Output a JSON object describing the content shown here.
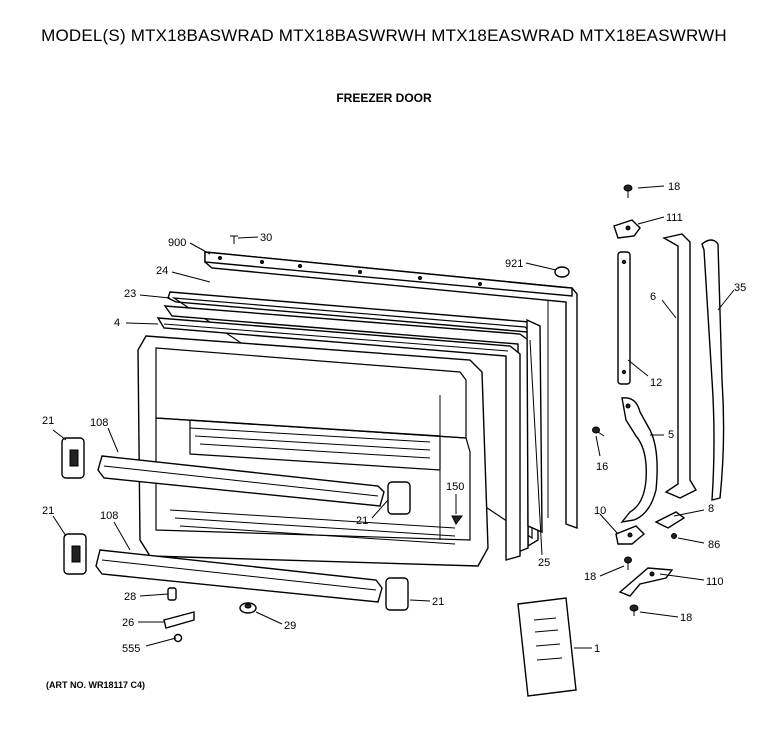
{
  "header": {
    "models": "MODEL(S) MTX18BASWRAD  MTX18BASWRWH  MTX18EASWRAD  MTX18EASWRWH",
    "section": "FREEZER DOOR"
  },
  "footer": {
    "art_no": "(ART NO. WR18117 C4)"
  },
  "callouts": [
    {
      "id": "c18a",
      "text": "18"
    },
    {
      "id": "c111",
      "text": "111"
    },
    {
      "id": "c30",
      "text": "30"
    },
    {
      "id": "c900",
      "text": "900"
    },
    {
      "id": "c921",
      "text": "921"
    },
    {
      "id": "c35",
      "text": "35"
    },
    {
      "id": "c24",
      "text": "24"
    },
    {
      "id": "c23",
      "text": "23"
    },
    {
      "id": "c6",
      "text": "6"
    },
    {
      "id": "c4",
      "text": "4"
    },
    {
      "id": "c12",
      "text": "12"
    },
    {
      "id": "c21a",
      "text": "21"
    },
    {
      "id": "c108a",
      "text": "108"
    },
    {
      "id": "c5",
      "text": "5"
    },
    {
      "id": "c16",
      "text": "16"
    },
    {
      "id": "c150",
      "text": "150"
    },
    {
      "id": "c21b",
      "text": "21"
    },
    {
      "id": "c21c",
      "text": "21"
    },
    {
      "id": "c10",
      "text": "10"
    },
    {
      "id": "c8",
      "text": "8"
    },
    {
      "id": "c108b",
      "text": "108"
    },
    {
      "id": "c86",
      "text": "86"
    },
    {
      "id": "c25",
      "text": "25"
    },
    {
      "id": "c18b",
      "text": "18"
    },
    {
      "id": "c110",
      "text": "110"
    },
    {
      "id": "c28",
      "text": "28"
    },
    {
      "id": "c21d",
      "text": "21"
    },
    {
      "id": "c26",
      "text": "26"
    },
    {
      "id": "c29",
      "text": "29"
    },
    {
      "id": "c18c",
      "text": "18"
    },
    {
      "id": "c1",
      "text": "1"
    },
    {
      "id": "c555",
      "text": "555"
    }
  ]
}
